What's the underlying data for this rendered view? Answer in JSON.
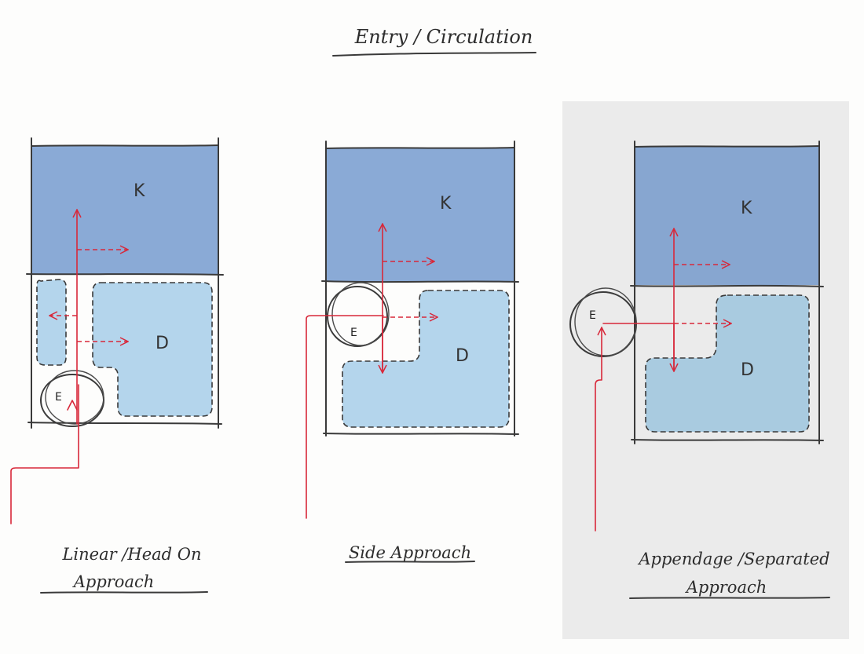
{
  "title": "Entry / Circulation",
  "colors": {
    "kitchen": "#8aaad6",
    "dining": "#b4d5ec",
    "entry": "#9a9a9a",
    "path": "#d8283a",
    "ink": "#3a3a3a",
    "panel_highlight": "#ebebeb"
  },
  "diagrams": [
    {
      "kitchen_label": "K",
      "dining_label": "D",
      "entry_label": "E",
      "caption_line1": "Linear /Head On",
      "caption_line2": "Approach"
    },
    {
      "kitchen_label": "K",
      "dining_label": "D",
      "entry_label": "E",
      "caption_line1": "Side Approach",
      "caption_line2": ""
    },
    {
      "kitchen_label": "K",
      "dining_label": "D",
      "entry_label": "E",
      "caption_line1": "Appendage /Separated",
      "caption_line2": "Approach"
    }
  ]
}
